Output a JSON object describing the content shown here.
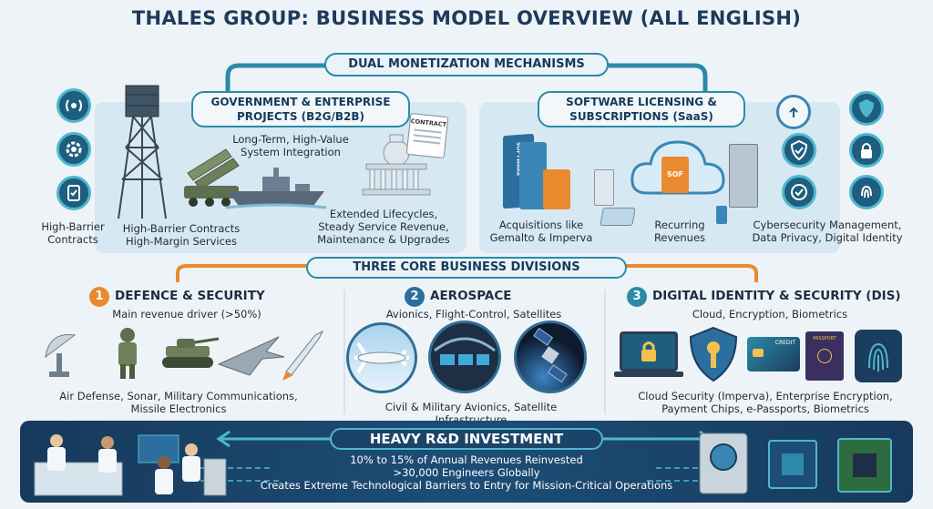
{
  "title": "THALES GROUP: BUSINESS MODEL OVERVIEW (ALL ENGLISH)",
  "monetization": {
    "header": "DUAL MONETIZATION MECHANISMS",
    "left_header_line1": "GOVERNMENT & ENTERPRISE",
    "left_header_line2": "PROJECTS (B2G/B2B)",
    "right_header_line1": "SOFTWARE LICENSING &",
    "right_header_line2": "SUBSCRIPTIONS (SaaS)",
    "left_side_label_line1": "High-Barrier",
    "left_side_label_line2": "Contracts",
    "left_tower_label_line1": "High-Barrier Contracts",
    "left_tower_label_line2": "High-Margin Services",
    "left_integration_line1": "Long-Term, High-Value",
    "left_integration_line2": "System Integration",
    "left_lifecycle_line1": "Extended Lifecycles,",
    "left_lifecycle_line2": "Steady Service Revenue,",
    "left_lifecycle_line3": "Maintenance & Upgrades",
    "contract_word": "CONTRACT",
    "right_acq_line1": "Acquisitions like",
    "right_acq_line2": "Gemalto & Imperva",
    "right_recurring_line1": "Recurring",
    "right_recurring_line2": "Revenues",
    "right_cyber_line1": "Cybersecurity Management,",
    "right_cyber_line2": "Data Privacy, Digital Identity",
    "software_word": "SOFTWARE",
    "sof_word": "SOF"
  },
  "divisions": {
    "header": "THREE CORE BUSINESS DIVISIONS",
    "d1": {
      "number": "1",
      "name": "DEFENCE & SECURITY",
      "sub": "Main revenue driver (>50%)",
      "desc_line1": "Air Defense, Sonar, Military Communications,",
      "desc_line2": "Missile Electronics"
    },
    "d2": {
      "number": "2",
      "name": "AEROSPACE",
      "sub": "Avionics, Flight-Control, Satellites",
      "desc_line1": "Civil & Military Avionics, Satellite Infrastructure"
    },
    "d3": {
      "number": "3",
      "name": "DIGITAL IDENTITY & SECURITY (DIS)",
      "sub": "Cloud, Encryption, Biometrics",
      "desc_line1": "Cloud Security (Imperva), Enterprise Encryption,",
      "desc_line2": "Payment Chips, e-Passports, Biometrics",
      "credit_word": "CREDIT",
      "passport_word": "PASSPORT"
    }
  },
  "rd": {
    "header": "HEAVY R&D INVESTMENT",
    "line1": "10% to 15% of Annual Revenues Reinvested",
    "line2": ">30,000 Engineers Globally",
    "line3": "Creates Extreme Technological Barriers to Entry for Mission-Critical Operations"
  },
  "colors": {
    "accent_teal": "#2c8aa8",
    "navy": "#1b3d5e",
    "orange": "#e98a2e"
  }
}
